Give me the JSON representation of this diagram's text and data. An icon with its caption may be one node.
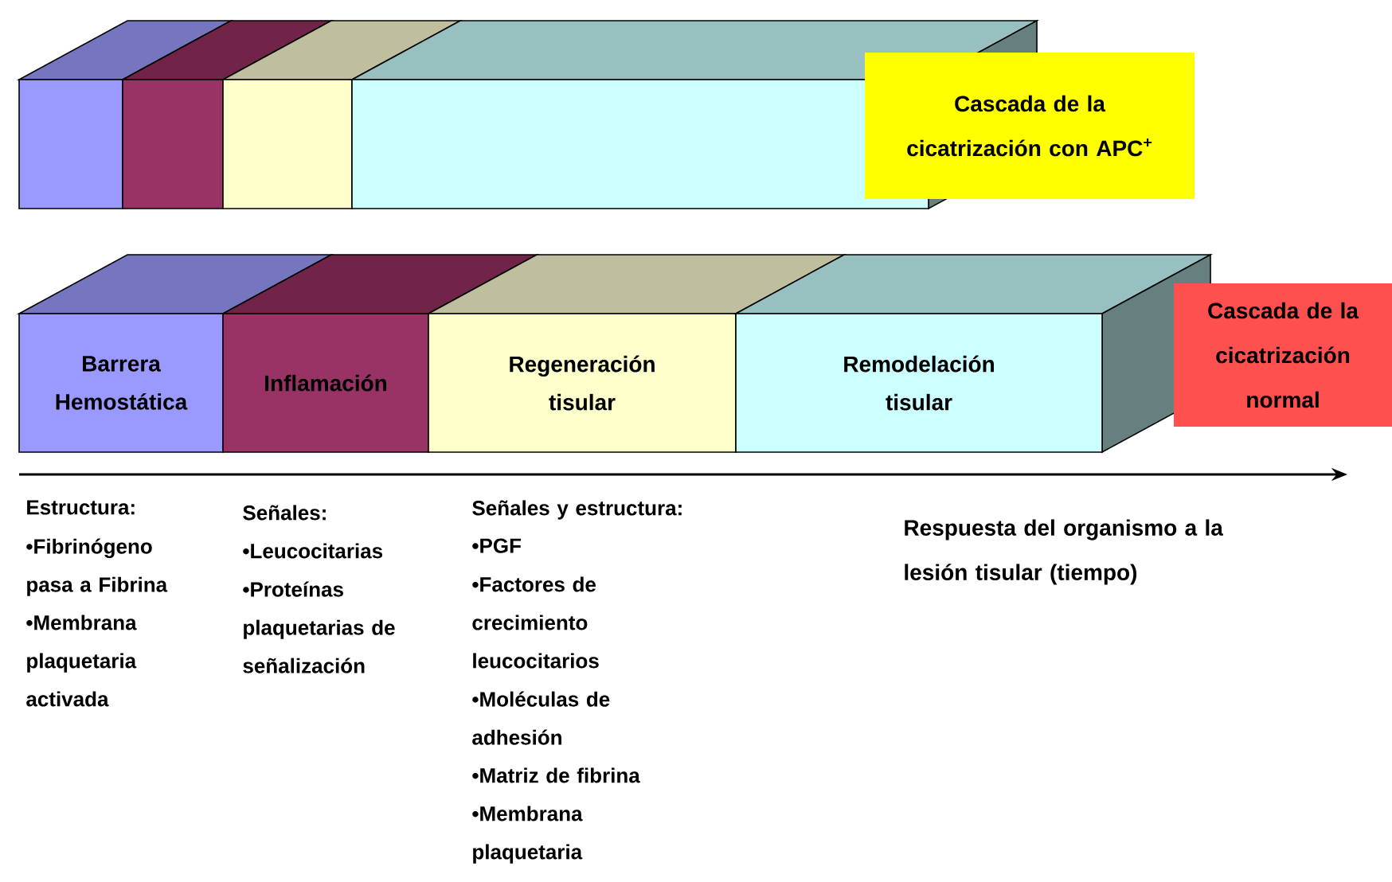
{
  "diagram": {
    "nodes": [
      {
        "text": [],
        "shape": "box"
      },
      {
        "text": [],
        "shape": "box"
      },
      {
        "text": [],
        "shape": "box"
      },
      {
        "text": [],
        "shape": "box"
      },
      {
        "text": [
          "Cascada de la cicatrización con APC$^{+}$"
        ]
      },
      {
        "text": [
          "Barrera Hemostática"
        ]
      },
      {
        "text": [
          "Inflamación"
        ]
      },
      {
        "text": [
          "Regeneración tisular"
        ]
      },
      {
        "text": [
          "Remodelación tisular"
        ]
      },
      {
        "text": [
          "Cascada de la cicatrización normal"
        ]
      }
    ],
    "labels": [
      "Estructura:",
      "•Fibrinógeno pasa a Fibrina",
      "•Membrana plaquetaria activada",
      "Señales:",
      "•Leucocitarias",
      "•Proteínas plaquetarias de señalización",
      "Señales y estructura:",
      "•PGF",
      "•Factores de crecimiento leucocitarios",
      "•Moléculas de adhesión",
      "•Matriz de fibrina",
      "•Membrana plaquetaria",
      "Respuesta del organismo a la lesión tisular (tiempo)"
    ]
  }
}
